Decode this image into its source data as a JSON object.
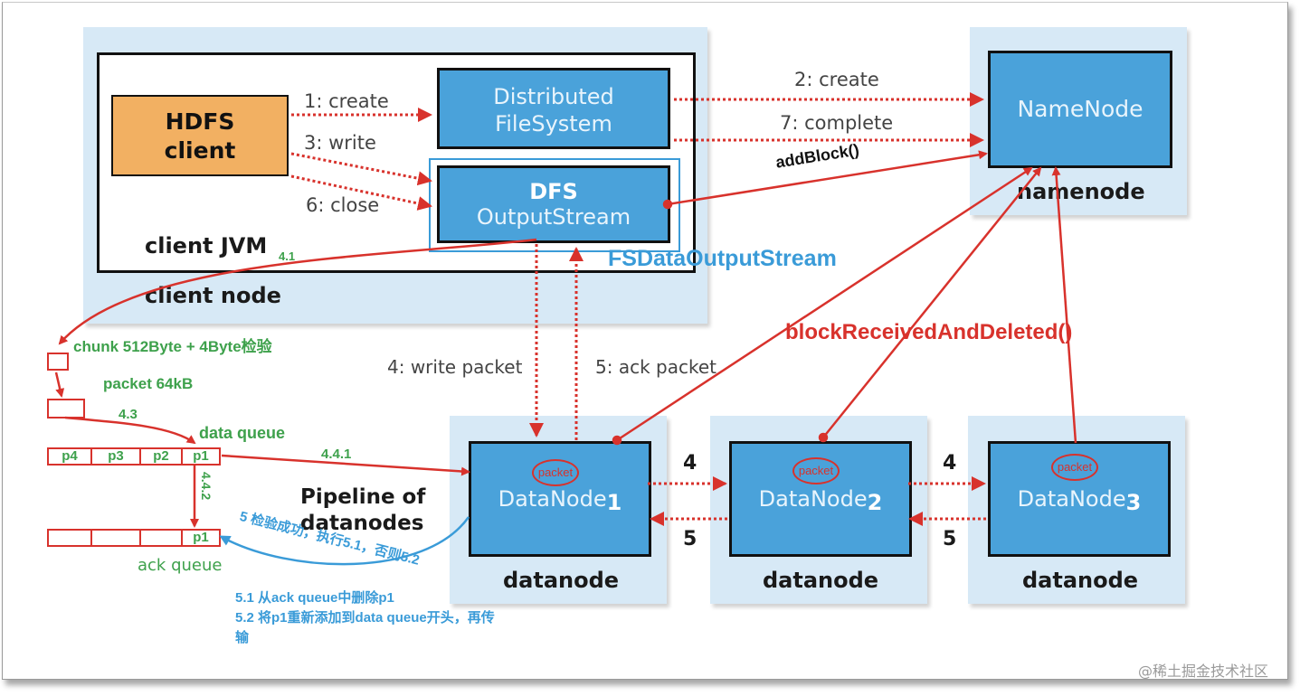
{
  "client": {
    "hdfs_client": "HDFS\nclient",
    "hdfs_client_line1": "HDFS",
    "hdfs_client_line2": "client",
    "dfs_line1": "Distributed",
    "dfs_line2": "FileSystem",
    "out_line1": "DFS",
    "out_line2": "OutputStream",
    "jvm_label": "client JVM",
    "node_label": "client node",
    "wrapper_label": "FSDataOutputStream"
  },
  "steps": {
    "s1": "1: create",
    "s2": "2: create",
    "s3": "3: write",
    "s4": "4: write packet",
    "s5": "5: ack packet",
    "s6": "6: close",
    "s7": "7: complete",
    "add_block": "addBlock()",
    "block_received": "blockReceivedAndDeleted()",
    "s4_1": "4.1",
    "s4_3": "4.3",
    "s4_4_1": "4.4.1",
    "s4_4_2": "4.4.2",
    "pipe_fwd": "4",
    "pipe_back": "5"
  },
  "namenode": {
    "box": "NameNode",
    "label": "namenode"
  },
  "datanodes": [
    {
      "name": "DataNode",
      "index": "1",
      "label": "datanode",
      "packet": "packet"
    },
    {
      "name": "DataNode",
      "index": "2",
      "label": "datanode",
      "packet": "packet"
    },
    {
      "name": "DataNode",
      "index": "3",
      "label": "datanode",
      "packet": "packet"
    }
  ],
  "pipeline_label_1": "Pipeline of",
  "pipeline_label_2": "datanodes",
  "queues": {
    "chunk": "chunk 512Byte + 4Byte检验",
    "packet": "packet 64kB",
    "data_queue_label": "data queue",
    "data_queue_items": [
      "p4",
      "p3",
      "p2",
      "p1"
    ],
    "ack_queue_label": "ack queue",
    "ack_queue_items": [
      "",
      "",
      "",
      "p1"
    ]
  },
  "ack_note": {
    "arc_text": "5 检验成功，执行5.1，否则5.2",
    "line1": "5.1 从ack queue中删除p1",
    "line2": "5.2 将p1重新添加到data queue开头，再传",
    "line3": "输"
  },
  "watermark": "@稀土掘金技术社区",
  "colors": {
    "node_bg": "#d7e9f6",
    "box_blue": "#4aa2da",
    "client_orange": "#f2b062",
    "arrow_red": "#d8322c",
    "note_green": "#3ea14c",
    "note_blue": "#3a9bd8"
  }
}
